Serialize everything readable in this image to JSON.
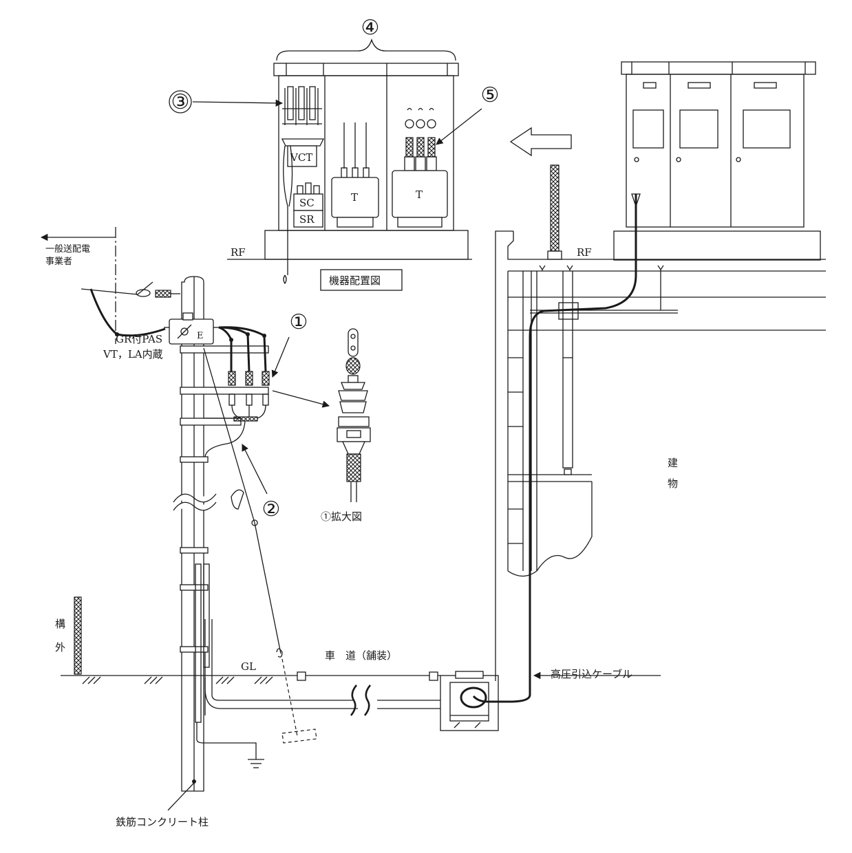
{
  "labels": {
    "utility": [
      "一般送配電",
      "事業者"
    ],
    "pas": [
      "GR付PAS",
      "VT，LA内蔵"
    ],
    "outside": [
      "構",
      "外"
    ],
    "gl": "GL",
    "road": "車　道（舗装）",
    "hv_cable": "高圧引込ケーブル",
    "pole": "鉄筋コンクリート柱",
    "building": [
      "建",
      "物"
    ],
    "rf_left": "RF",
    "rf_right": "RF",
    "layout_caption": "機器配置図",
    "enlarged": "①拡大図",
    "vct": "VCT",
    "sc": "SC",
    "sr": "SR",
    "t1": "T",
    "t2": "T",
    "e_mark": "E"
  },
  "markers": [
    "①",
    "②",
    "③",
    "④",
    "⑤"
  ]
}
